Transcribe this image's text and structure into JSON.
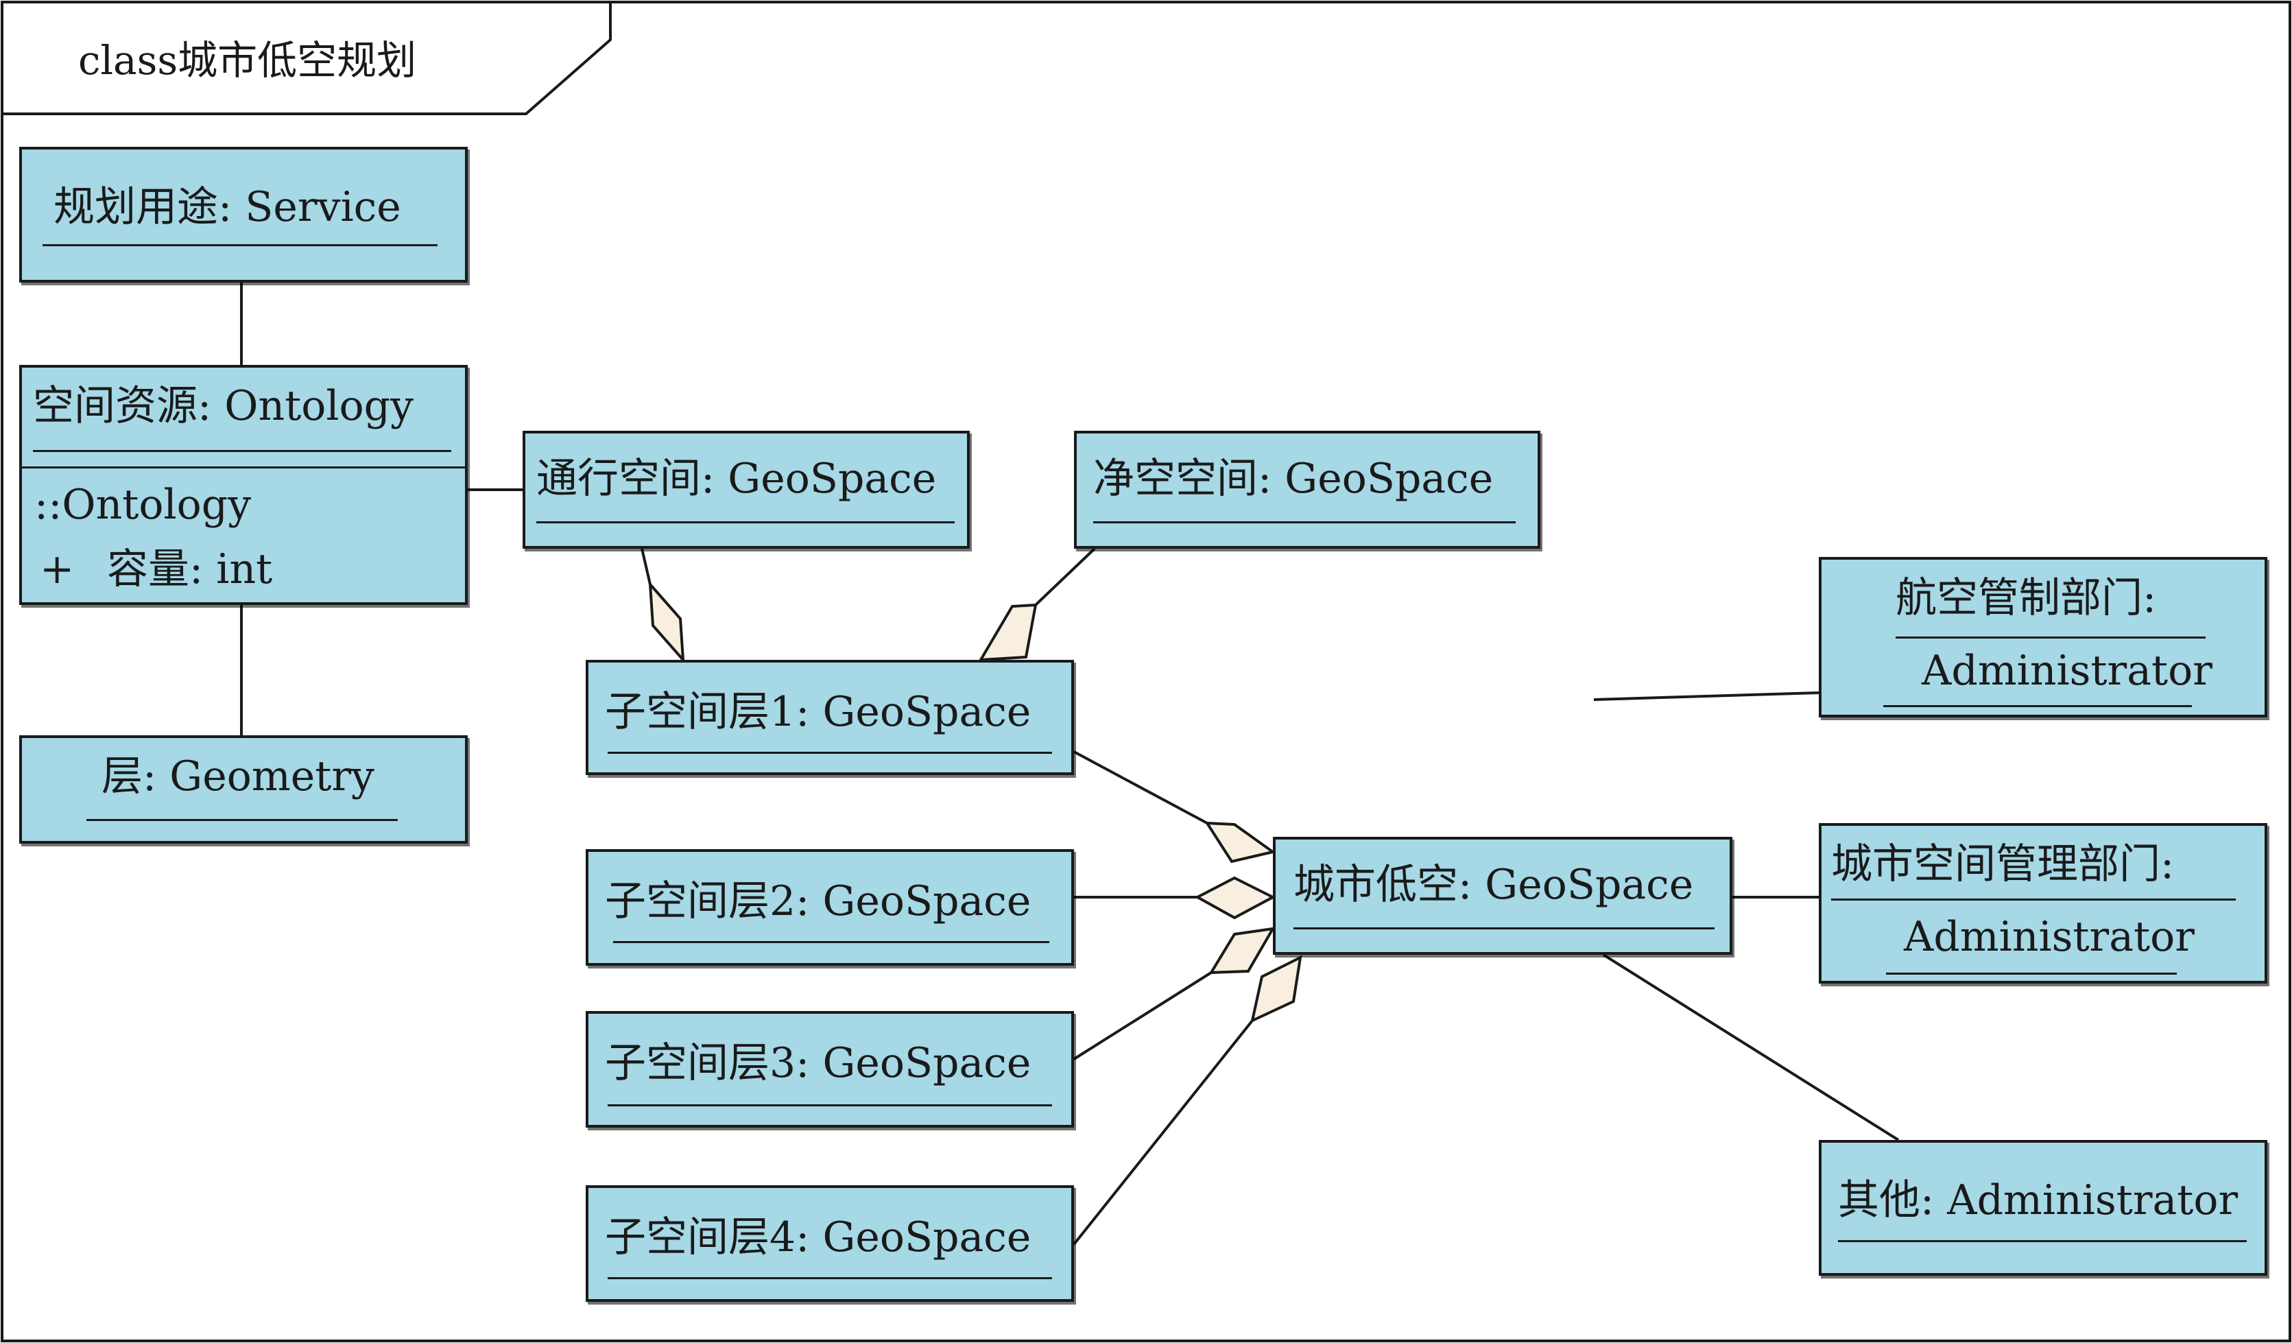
{
  "frame": {
    "title": "class城市低空规划"
  },
  "classes": {
    "service": {
      "title": "规划用途: Service"
    },
    "ontology": {
      "title": "空间资源: Ontology",
      "stereotype": "::Ontology",
      "attr_visibility": "+",
      "attr_text": "容量: int"
    },
    "geometry": {
      "title": "层: Geometry"
    },
    "transit": {
      "title": "通行空间: GeoSpace"
    },
    "clearance": {
      "title": "净空空间: GeoSpace"
    },
    "sub1": {
      "title": "子空间层1: GeoSpace"
    },
    "sub2": {
      "title": "子空间层2: GeoSpace"
    },
    "sub3": {
      "title": "子空间层3: GeoSpace"
    },
    "sub4": {
      "title": "子空间层4: GeoSpace"
    },
    "urban": {
      "title": "城市低空: GeoSpace"
    },
    "aviation": {
      "line1": "航空管制部门:",
      "line2": "Administrator"
    },
    "cityadmin": {
      "line1": "城市空间管理部门:",
      "line2": "Administrator"
    },
    "other": {
      "title": "其他: Administrator"
    }
  },
  "colors": {
    "box_fill": "#a6d8e6",
    "diamond_fill": "#f8efe0",
    "line": "#1a1a1a"
  }
}
